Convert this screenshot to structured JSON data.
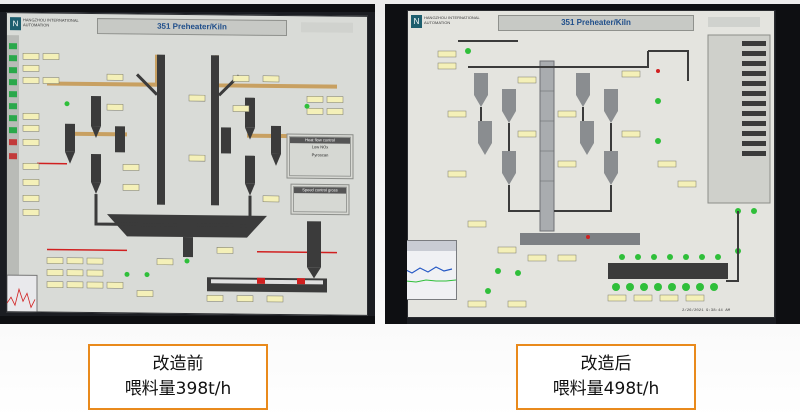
{
  "before_screen": {
    "title": "351 Preheater/Kiln",
    "company_line": "HANGZHOU INTERNATIONAL AUTOMATION",
    "alarm_tag": "",
    "logo_glyph": "N",
    "panels": {
      "heat_flow": "Heat flow control",
      "low_nox": "Low NOx",
      "pyroscan": "Pyroscan",
      "speed": "Speed control gross"
    }
  },
  "after_screen": {
    "title": "351 Preheater/Kiln",
    "company_line": "HANGZHOU INTERNATIONAL AUTOMATION",
    "alarm_tag": "",
    "logo_glyph": "N",
    "timestamp": "2/26/2021 9:38:44 AM"
  },
  "captions": {
    "before": {
      "line1": "改造前",
      "line2": "喂料量398t/h"
    },
    "after": {
      "line1": "改造后",
      "line2": "喂料量498t/h"
    }
  },
  "colors": {
    "caption_border": "#e98a1c",
    "title_text": "#1f4e8a",
    "alarm_red": "#c21616",
    "pipe_dark": "#3b3b3b",
    "duct_tan": "#c8a061",
    "status_green": "#2fbf3a"
  }
}
